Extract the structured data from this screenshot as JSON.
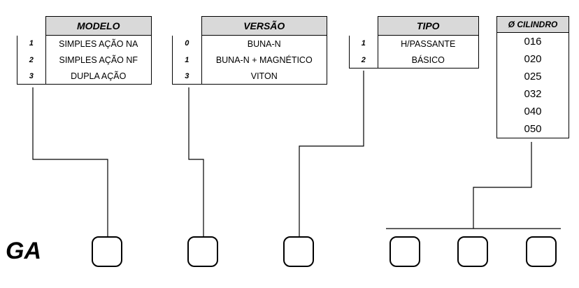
{
  "prefix": "GA",
  "modelo": {
    "title": "MODELO",
    "rows": [
      {
        "code": "1",
        "label": "SIMPLES AÇÃO NA"
      },
      {
        "code": "2",
        "label": "SIMPLES AÇÃO NF"
      },
      {
        "code": "3",
        "label": "DUPLA AÇÃO"
      }
    ]
  },
  "versao": {
    "title": "VERSÃO",
    "rows": [
      {
        "code": "0",
        "label": "BUNA-N"
      },
      {
        "code": "1",
        "label": "BUNA-N + MAGNÉTICO"
      },
      {
        "code": "3",
        "label": "VITON"
      }
    ]
  },
  "tipo": {
    "title": "TIPO",
    "rows": [
      {
        "code": "1",
        "label": "H/PASSANTE"
      },
      {
        "code": "2",
        "label": "BÁSICO"
      }
    ]
  },
  "cilindro": {
    "title": "Ø CILINDRO",
    "values": [
      "016",
      "020",
      "025",
      "032",
      "040",
      "050"
    ]
  }
}
